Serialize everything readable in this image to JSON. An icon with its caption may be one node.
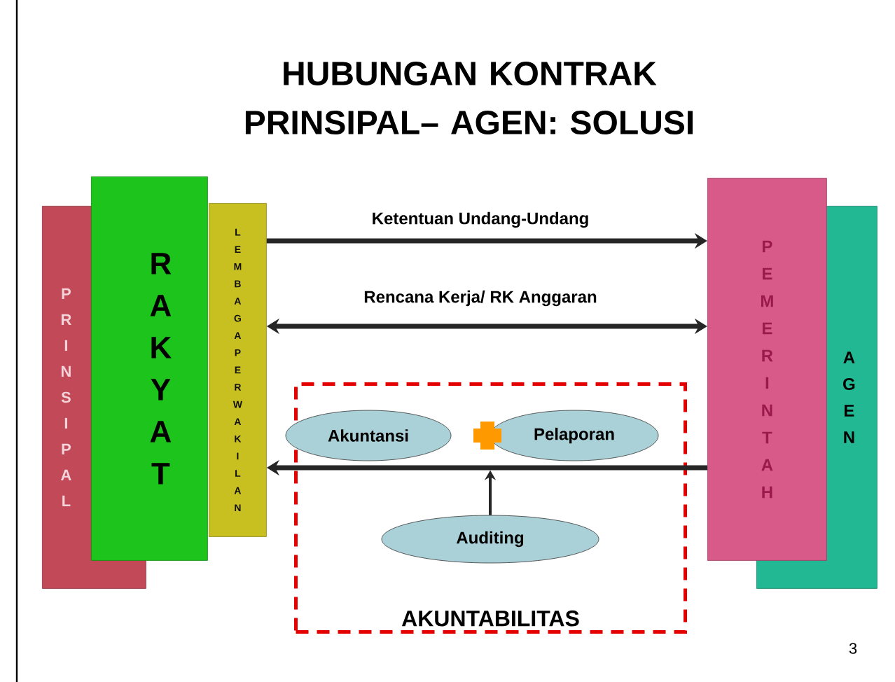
{
  "diagram": {
    "title": "HUBUNGAN KONTRAK PRINSIPAL– AGEN: SOLUSI",
    "nodes": [
      {
        "text": [
          "PRINSIPAL"
        ]
      },
      {
        "text": [
          "RAKYAT"
        ]
      },
      {
        "text": [
          "LEMBAGA PERWAKILAN"
        ]
      },
      {
        "text": [
          "AGEN"
        ]
      },
      {
        "text": [
          "PEMERINTAH"
        ]
      },
      {
        "text": [
          "AKUNTABILITAS"
        ]
      },
      {
        "text": [
          "Akuntansi"
        ],
        "in": 5
      },
      {
        "text": [
          "Pelaporan"
        ],
        "in": 5
      },
      {
        "text": [
          "Auditing"
        ],
        "in": 5
      }
    ],
    "edges": [
      {
        "from": 2,
        "to": 4,
        "arrow": "to",
        "label": "Ketentuan Undang-Undang"
      },
      {
        "from": 2,
        "to": 4,
        "arrow": "both",
        "label": "Rencana Kerja/ RK Anggaran"
      },
      {
        "from": 4,
        "to": 2,
        "arrow": "to"
      },
      {
        "from": 8,
        "to": null,
        "arrow": "to"
      }
    ],
    "labels": [
      "3"
    ]
  }
}
